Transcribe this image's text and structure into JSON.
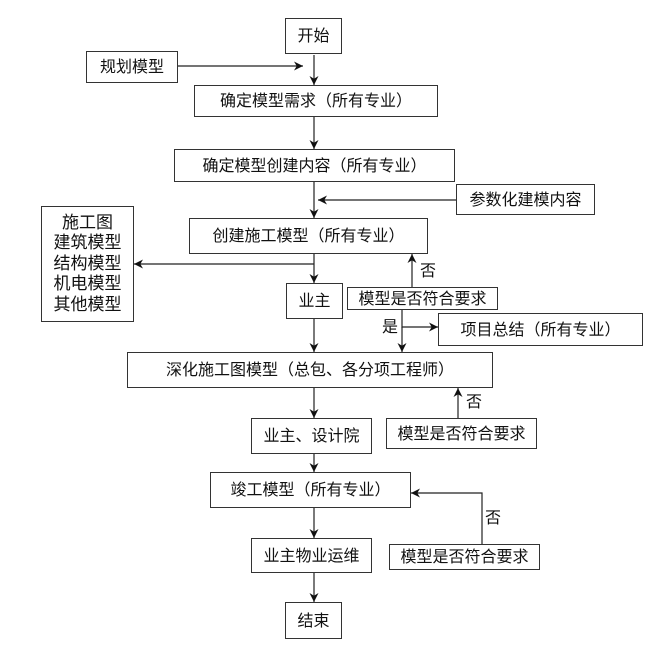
{
  "nodes": {
    "start": "开始",
    "plan_model": "规划模型",
    "confirm_requirements": "确定模型需求（所有专业）",
    "confirm_contents": "确定模型创建内容（所有专业）",
    "param_modeling": "参数化建模内容",
    "create_construction_model": "创建施工模型（所有专业）",
    "outputs": [
      "施工图",
      "建筑模型",
      "结构模型",
      "机电模型",
      "其他模型"
    ],
    "owner": "业主",
    "check1": "模型是否符合要求",
    "project_summary": "项目总结（所有专业）",
    "deepen_model": "深化施工图模型（总包、各分项工程师）",
    "check2": "模型是否符合要求",
    "owner_design_institute": "业主、设计院",
    "as_built_model": "竣工模型（所有专业）",
    "check3": "模型是否符合要求",
    "owner_operation": "业主物业运维",
    "end": "结束"
  },
  "edge_labels": {
    "no1": "否",
    "yes1": "是",
    "no2": "否",
    "no3": "否"
  }
}
